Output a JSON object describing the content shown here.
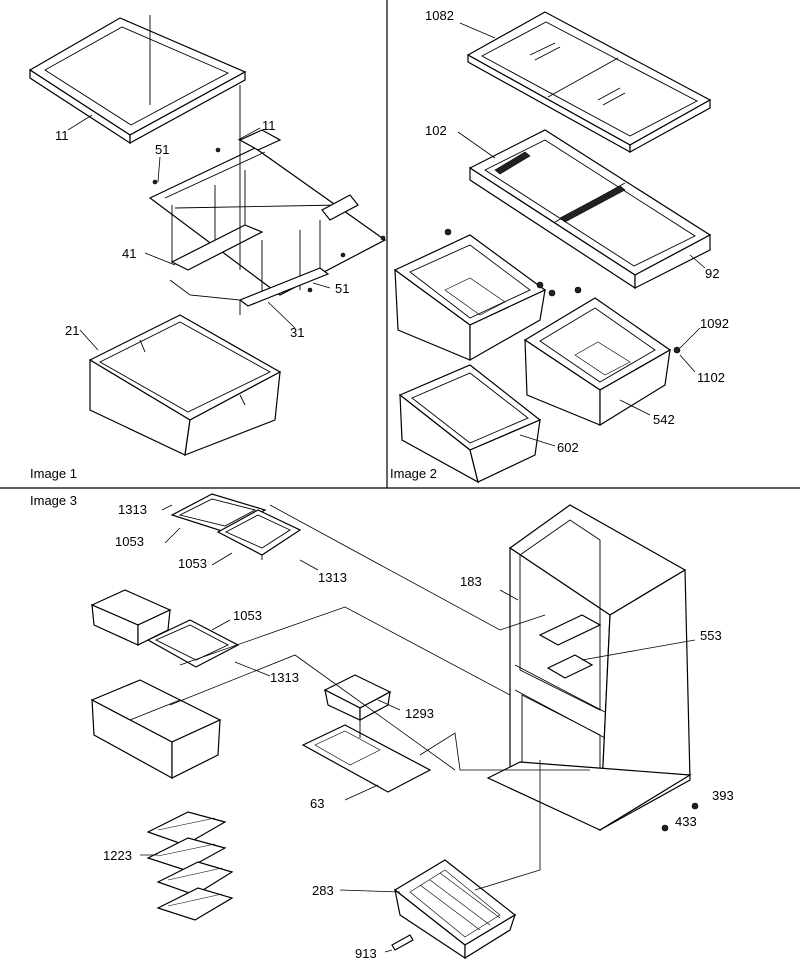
{
  "panels": [
    {
      "title": "Image 1"
    },
    {
      "title": "Image 2"
    },
    {
      "title": "Image 3"
    }
  ],
  "callouts": {
    "p1_11a": "11",
    "p1_11b": "11",
    "p1_51a": "51",
    "p1_41": "41",
    "p1_51b": "51",
    "p1_31": "31",
    "p1_21": "21",
    "p2_1082": "1082",
    "p2_102": "102",
    "p2_92": "92",
    "p2_1092": "1092",
    "p2_1102": "1102",
    "p2_542": "542",
    "p2_602": "602",
    "p3_1313a": "1313",
    "p3_1053a": "1053",
    "p3_1053b": "1053",
    "p3_1313b": "1313",
    "p3_1053c": "1053",
    "p3_1313c": "1313",
    "p3_183": "183",
    "p3_553": "553",
    "p3_1293": "1293",
    "p3_63": "63",
    "p3_393": "393",
    "p3_433": "433",
    "p3_1223": "1223",
    "p3_283": "283",
    "p3_913": "913"
  }
}
